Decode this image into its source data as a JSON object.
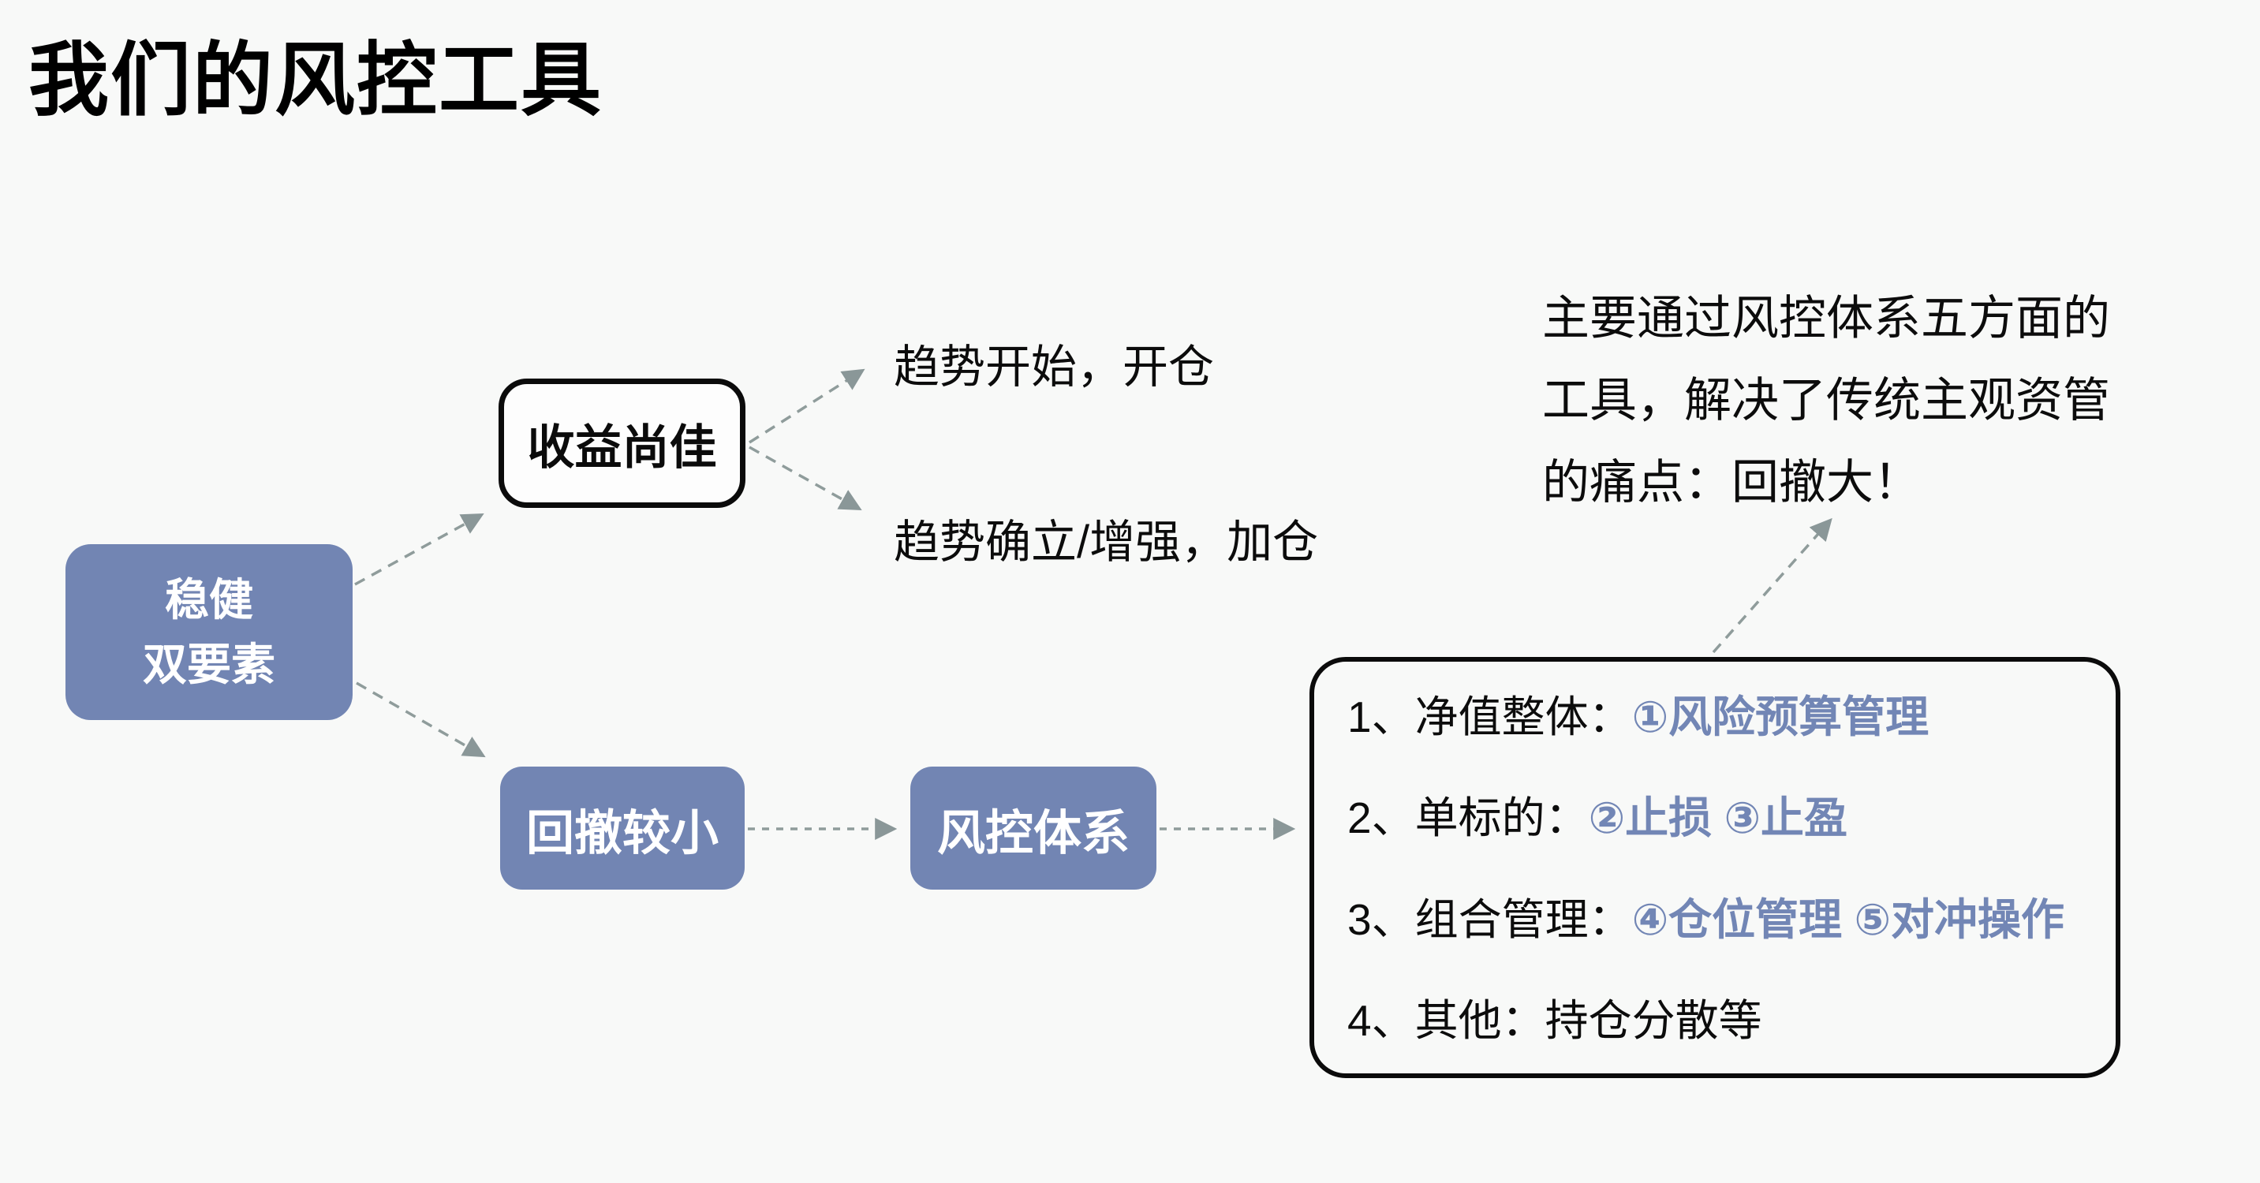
{
  "slide": {
    "title": "我们的风控工具"
  },
  "colors": {
    "background": "#f8f9f8",
    "node_blue": "#7285b3",
    "highlight_blue": "#7286b5",
    "text_black": "#0c0c0c",
    "border_black": "#0b0b0b",
    "arrow": "#8f9c9b",
    "arrowhead": "#8a9798"
  },
  "nodes": {
    "stable": {
      "line1": "稳健",
      "line2": "双要素"
    },
    "good_return": {
      "label": "收益尚佳"
    },
    "small_drawdown": {
      "label": "回撤较小"
    },
    "risk_system": {
      "label": "风控体系"
    }
  },
  "branch_labels": {
    "trend_start": "趋势开始，开仓",
    "trend_confirm": "趋势确立/增强，加仓"
  },
  "risk_tools": {
    "items": [
      {
        "prefix": "1、净值整体：",
        "highlight": "①风险预算管理"
      },
      {
        "prefix": "2、单标的：",
        "highlight": "②止损 ③止盈"
      },
      {
        "prefix": "3、组合管理：",
        "highlight": "④仓位管理 ⑤对冲操作"
      },
      {
        "prefix": "4、其他：持仓分散等",
        "highlight": ""
      }
    ]
  },
  "note": {
    "lines": [
      "主要通过风控体系五方面的",
      "工具，解决了传统主观资管",
      "的痛点：回撤大！"
    ]
  }
}
